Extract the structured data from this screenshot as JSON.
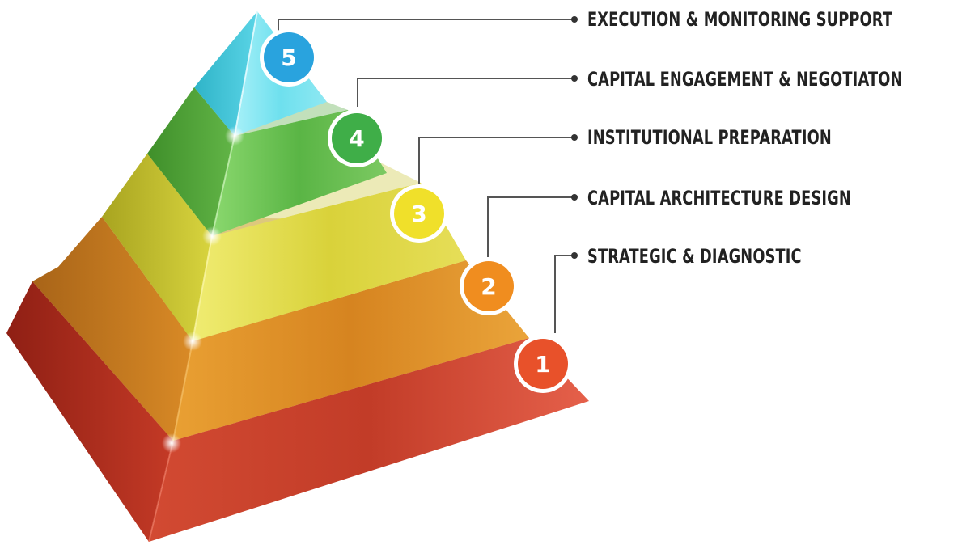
{
  "levels": [
    {
      "number": "1",
      "label": "STRATEGIC & DIAGNOSTIC",
      "color": "#e8512a"
    },
    {
      "number": "2",
      "label": "CAPITAL ARCHITECTURE DESIGN",
      "color": "#f08d1f"
    },
    {
      "number": "3",
      "label": "INSTITUTIONAL PREPARATION",
      "color": "#f0e02a"
    },
    {
      "number": "4",
      "label": "CAPITAL ENGAGEMENT & NEGOTIATON",
      "color": "#3fae48"
    },
    {
      "number": "5",
      "label": "EXECUTION & MONITORING SUPPORT",
      "color": "#29a3de"
    }
  ]
}
